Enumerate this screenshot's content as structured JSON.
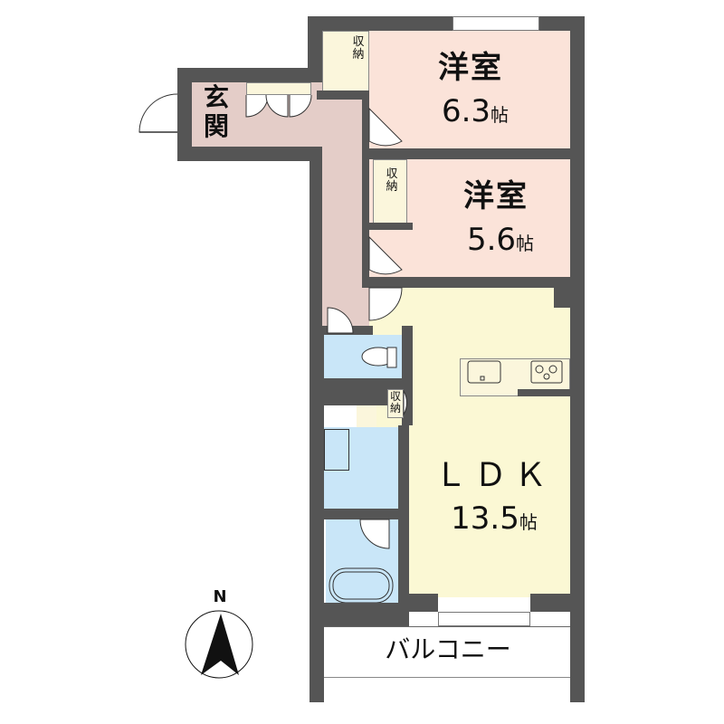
{
  "floorplan": {
    "rooms": [
      {
        "id": "western-room-1",
        "name": "洋室",
        "size": "6.3",
        "unit": "帖"
      },
      {
        "id": "western-room-2",
        "name": "洋室",
        "size": "5.6",
        "unit": "帖"
      },
      {
        "id": "ldk",
        "name": "ＬＤＫ",
        "size": "13.5",
        "unit": "帖"
      },
      {
        "id": "entrance",
        "name": "玄関"
      },
      {
        "id": "balcony",
        "name": "バルコニー"
      }
    ],
    "storage": [
      {
        "id": "storage-1",
        "label": "収納"
      },
      {
        "id": "storage-2",
        "label": "収納"
      },
      {
        "id": "storage-3",
        "label": "収納"
      }
    ],
    "compass": {
      "label": "N"
    },
    "colors": {
      "wall": "#555555",
      "western": "#fbe3d9",
      "ldk": "#fbf8d4",
      "entrance_hall": "#e4cdc8",
      "wet_area": "#c9e6f8",
      "storage": "#fbf6dc",
      "balcony": "#ffffff"
    }
  }
}
